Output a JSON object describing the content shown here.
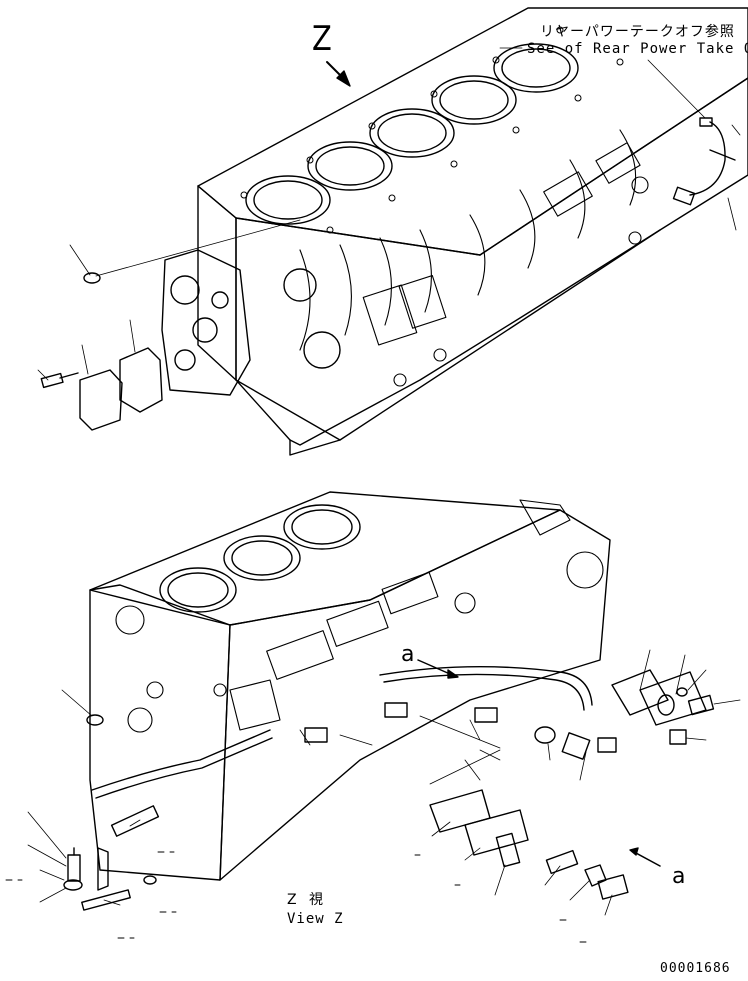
{
  "labels": {
    "view_letter": "Z",
    "ref_note_jp": "リヤーパワーテークオフ参照",
    "ref_note_en": "See of Rear Power Take Off",
    "callout_a_1": "a",
    "callout_a_2": "a",
    "view_caption_jp": "Z 視",
    "view_caption_en": "View Z",
    "drawing_number": "00001686"
  },
  "colors": {
    "ink": "#000000",
    "paper": "#ffffff"
  },
  "figures": [
    {
      "name": "upper-cylinder-block",
      "view": "main"
    },
    {
      "name": "lower-cylinder-block",
      "view": "View Z"
    }
  ]
}
